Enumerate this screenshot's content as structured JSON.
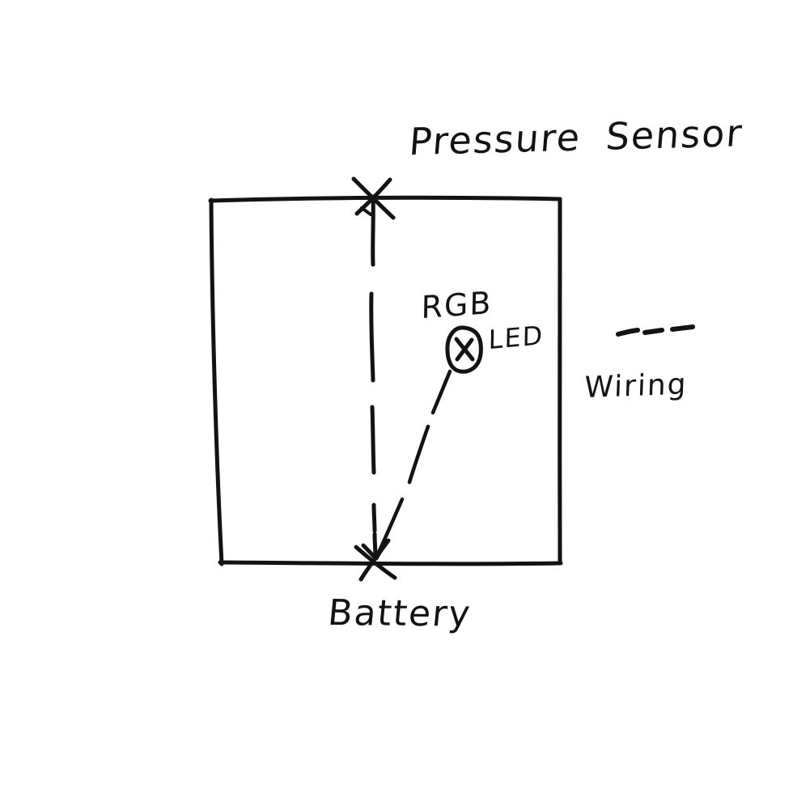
{
  "diagram": {
    "kind": "hand-drawn-circuit-sketch",
    "colors": {
      "ink": "#131313",
      "background": "#ffffff"
    },
    "labels": {
      "pressure_sensor": "Pressure Sensor",
      "rgb": "RGB",
      "led": "LED",
      "battery": "Battery"
    },
    "legend": {
      "symbol": "dashed-line",
      "label": "Wiring"
    },
    "nodes": [
      {
        "id": "pressure-sensor",
        "label": "Pressure Sensor",
        "marker": "x-mark-on-top-edge"
      },
      {
        "id": "rgb-led",
        "label": "RGB LED",
        "marker": "circled-x-mark"
      },
      {
        "id": "battery",
        "label": "Battery",
        "marker": "x-mark-on-bottom-edge-with-arrow"
      }
    ],
    "connections": [
      {
        "from": "pressure-sensor",
        "to": "battery",
        "style": "dashed",
        "arrow": "into-battery"
      },
      {
        "from": "rgb-led",
        "to": "battery",
        "style": "dashed"
      }
    ]
  }
}
